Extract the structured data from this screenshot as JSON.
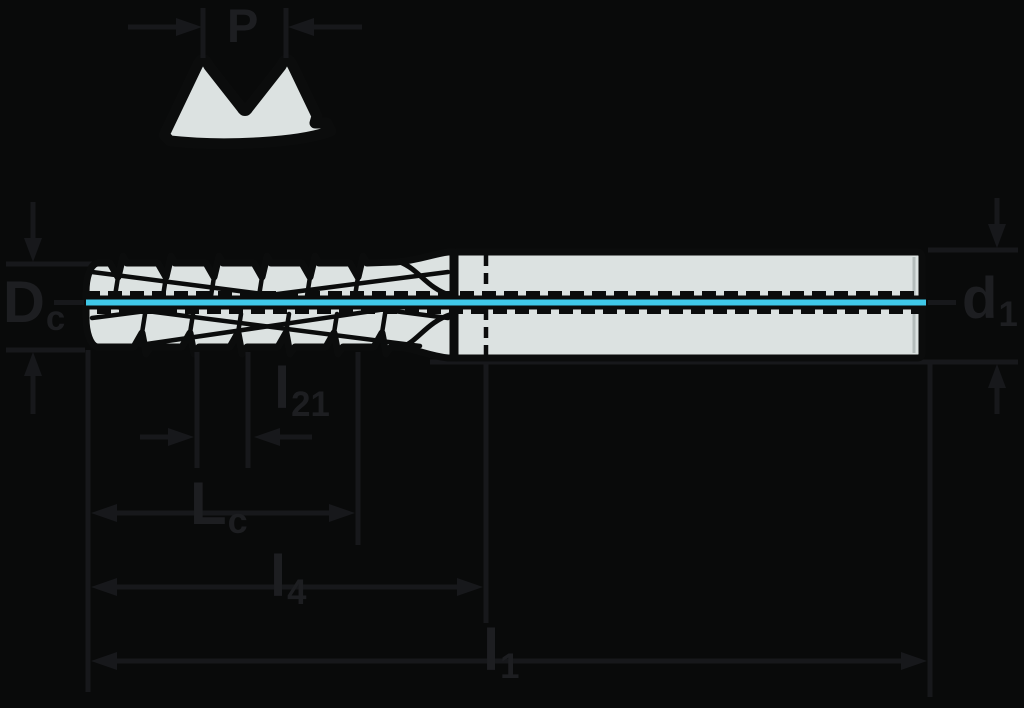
{
  "drawing": {
    "kind": "technical-drawing",
    "subject": "thread milling cutter, side view with magnified thread profile detail",
    "colors": {
      "background": "#090a0a",
      "tool_body_fill": "#dce2e1",
      "tool_outline": "#0b0c0c",
      "centerline_cyan": "#3fc8e8",
      "dimension_lines": "#17181b",
      "label_text": "#1d1e21"
    },
    "labels": {
      "pitch": {
        "main": "P",
        "sub": ""
      },
      "cutting_diameter": {
        "main": "D",
        "sub": "c"
      },
      "shank_diameter": {
        "main": "d",
        "sub": "1"
      },
      "thread_relief_length": {
        "main": "l",
        "sub": "21"
      },
      "cutting_length": {
        "main": "L",
        "sub": "c"
      },
      "usable_length": {
        "main": "l",
        "sub": "4"
      },
      "overall_length": {
        "main": "l",
        "sub": "1"
      }
    }
  }
}
